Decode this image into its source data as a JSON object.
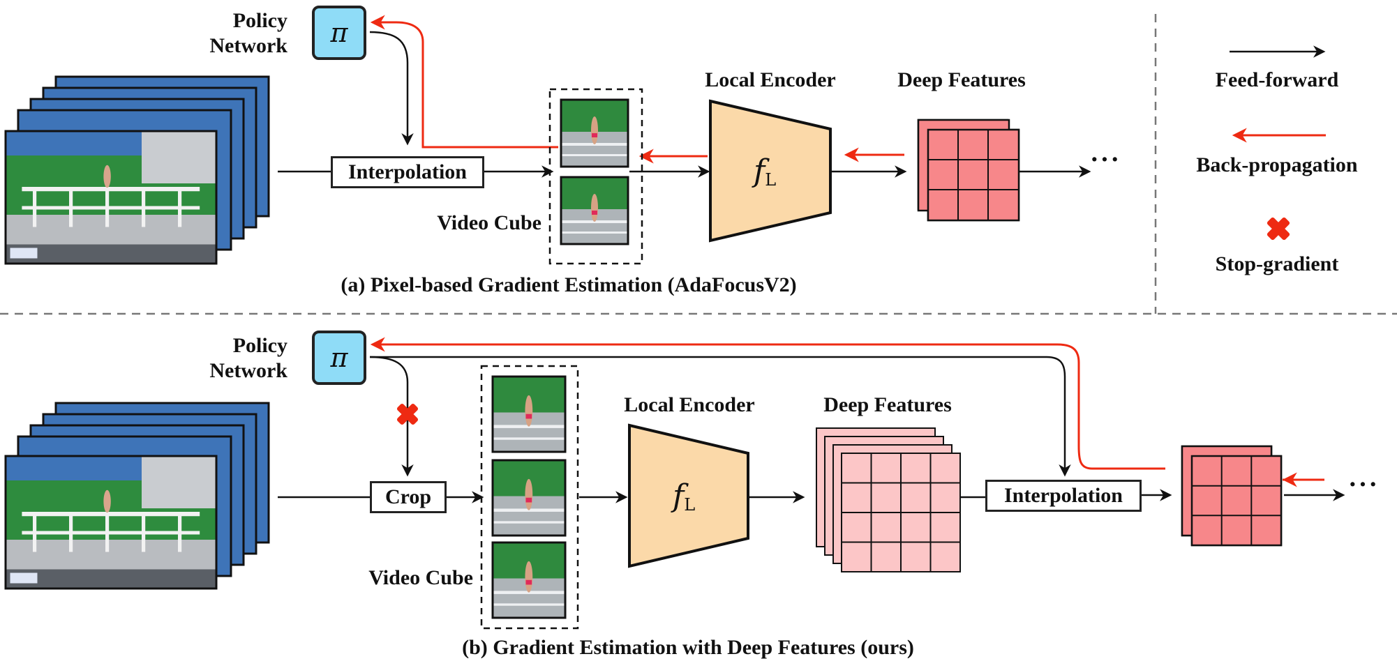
{
  "panel_a": {
    "caption": "(a) Pixel-based Gradient Estimation (AdaFocusV2)",
    "policy_label_line1": "Policy",
    "policy_label_line2": "Network",
    "policy_symbol": "π",
    "interpolation_label": "Interpolation",
    "video_cube_label": "Video Cube",
    "local_encoder_label": "Local Encoder",
    "encoder_symbol": "f",
    "encoder_subscript": "L",
    "deep_features_label": "Deep Features",
    "ellipsis": "···"
  },
  "panel_b": {
    "caption": "(b) Gradient Estimation with Deep Features (ours)",
    "policy_label_line1": "Policy",
    "policy_label_line2": "Network",
    "policy_symbol": "π",
    "crop_label": "Crop",
    "video_cube_label": "Video Cube",
    "local_encoder_label": "Local Encoder",
    "encoder_symbol": "f",
    "encoder_subscript": "L",
    "deep_features_label": "Deep Features",
    "interpolation_label": "Interpolation",
    "ellipsis": "···"
  },
  "legend": {
    "feed_forward": "Feed-forward",
    "back_propagation": "Back-propagation",
    "stop_gradient": "Stop-gradient"
  },
  "colors": {
    "arrow_forward": "#111111",
    "arrow_backprop": "#ee2a12",
    "stop_gradient": "#ee2a12",
    "policy_fill": "#8fdcf7",
    "encoder_fill": "#fbd9a9",
    "features_dark": "#f7878a",
    "features_light": "#fcc6c7",
    "frame_blue": "#3e74b8",
    "divider": "#777777"
  },
  "icons": [
    "video-frame-stack",
    "policy-network-icon",
    "video-cube",
    "encoder-trapezoid",
    "feature-map-stack",
    "stop-gradient-icon"
  ]
}
